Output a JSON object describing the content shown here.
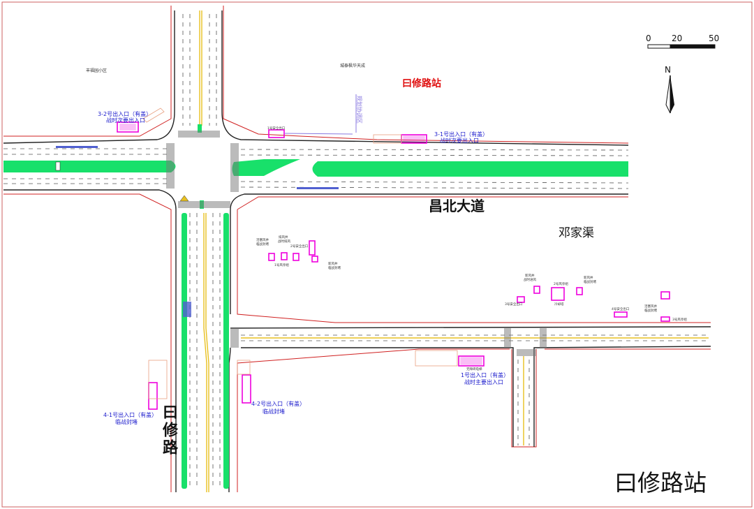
{
  "title": "曰修路站",
  "station_label": "曰修路站",
  "roads": {
    "main": "昌北大道",
    "cross": "曰修路",
    "village": "邓家渠"
  },
  "places": {
    "community_nw": "丰福园小区",
    "community_n": "城泰枫华天成",
    "planned": "规划协调区"
  },
  "scale": {
    "ticks": [
      "0",
      "20",
      "50"
    ]
  },
  "north": "N",
  "entrances": [
    {
      "id": "3-2",
      "line1": "3-2号出入口（有盖）",
      "line2": "战时次要出入口"
    },
    {
      "id": "3-1",
      "line1": "3-1号出入口（有盖）",
      "line2": "战时次要出入口"
    },
    {
      "id": "1",
      "line1": "1号出入口（有盖）",
      "line2": "战时主要出入口"
    },
    {
      "id": "4-1",
      "line1": "4-1号出入口（有盖）",
      "line2": "临战封堵"
    },
    {
      "id": "4-2",
      "line1": "4-2号出入口（有盖）",
      "line2": "临战封堵"
    }
  ],
  "small_labels": {
    "safety1": "1号安全出口",
    "safety2": "2号安全出口",
    "safety3": "3号安全出口",
    "safety4": "4号安全出口",
    "fresh_air1": "1号风亭组",
    "fresh_air2": "2号风亭组",
    "fresh_air3": "3号风亭组",
    "exhaust_a": "活塞风井",
    "exhaust_a2": "临战封堵",
    "exhaust_b": "排风井",
    "exhaust_b2": "战时排风",
    "new_air": "新风井",
    "new_air2": "临战封堵",
    "new_air_e": "新风井",
    "new_air_e2": "战时进风",
    "cooling": "冷却塔",
    "piston_e": "新风井",
    "piston_e2": "临战封堵",
    "piston_f": "活塞风井",
    "piston_f2": "临战封堵",
    "barrier_free": "无障碍电梯"
  },
  "colors": {
    "road_edge": "#d02020",
    "green": "#18e06a",
    "entrance": "#ee00dd",
    "label_blue": "#1a1acc",
    "station_red": "#e01010",
    "yellow": "#e8c020",
    "violet": "#8878e0"
  }
}
